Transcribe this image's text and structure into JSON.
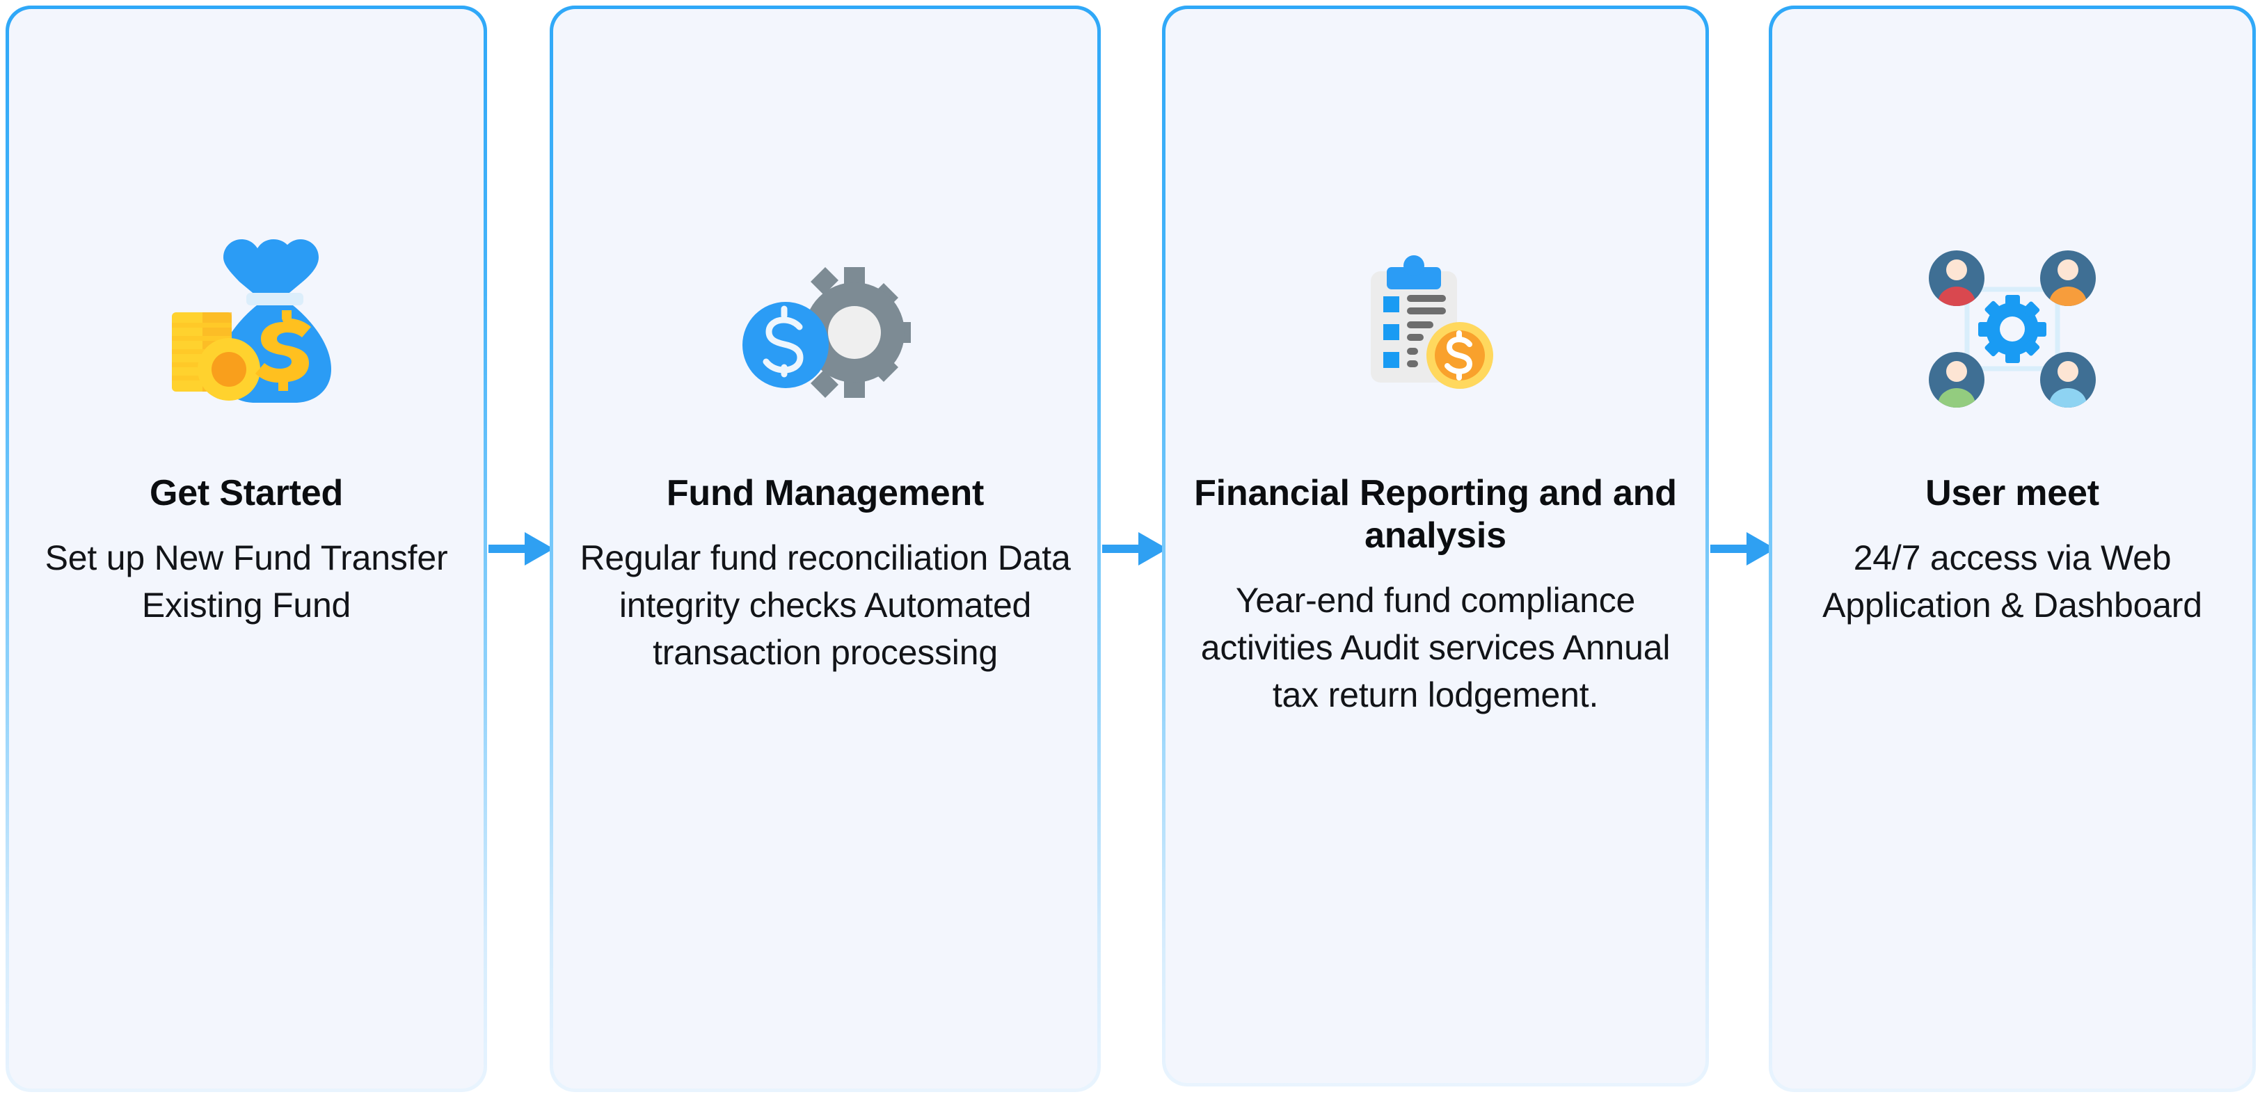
{
  "theme": {
    "card_bg": "#f3f6fd",
    "card_border_top": "#2fa8f8",
    "card_border_bottom": "#e9f4fe",
    "page_bg": "#ffffff",
    "accent_blue": "#2196f3",
    "arrow_color": "#2fa0f2",
    "title_color": "#0b0d10",
    "body_color": "#121418",
    "coin_yellow": "#ffd02e",
    "coin_orange": "#f99f1c",
    "gear_gray": "#7d8b94",
    "clipboard_gray": "#ececec",
    "avatar_navy": "#3f6f94"
  },
  "diagram": {
    "type": "horizontal-process-flow",
    "step_count": 4,
    "connector_count": 3
  },
  "steps": [
    {
      "index": 1,
      "icon": "money-bag-coins-icon",
      "title": "Get Started",
      "description": "Set up New Fund Transfer Existing Fund"
    },
    {
      "index": 2,
      "icon": "gear-dollar-icon",
      "title": "Fund Management",
      "description": "Regular fund reconciliation Data integrity checks Automated transaction processing"
    },
    {
      "index": 3,
      "icon": "clipboard-checklist-coin-icon",
      "title": "Financial Reporting and and analysis",
      "description": "Year-end fund compliance activities Audit services Annual tax return lodgement."
    },
    {
      "index": 4,
      "icon": "users-network-gear-icon",
      "title": "User meet",
      "description": "24/7 access via Web Application & Dashboard"
    }
  ],
  "connectors": [
    {
      "index": 1,
      "icon": "arrow-right-icon",
      "from": "Get Started",
      "to": "Fund Management"
    },
    {
      "index": 2,
      "icon": "arrow-right-icon",
      "from": "Fund Management",
      "to": "Financial Reporting and and analysis"
    },
    {
      "index": 3,
      "icon": "arrow-right-icon",
      "from": "Financial Reporting and and analysis",
      "to": "User meet"
    }
  ]
}
